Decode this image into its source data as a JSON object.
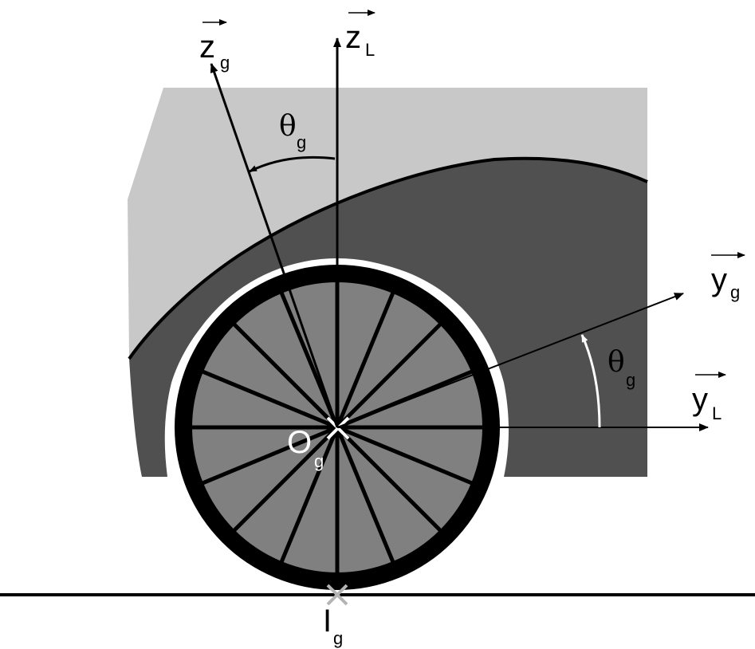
{
  "diagram": {
    "labels": {
      "z_g": {
        "main": "z",
        "sub": "g"
      },
      "z_L": {
        "main": "z",
        "sub": "L"
      },
      "y_g": {
        "main": "y",
        "sub": "g"
      },
      "y_L": {
        "main": "y",
        "sub": "L"
      },
      "theta_top": {
        "main": "θ",
        "sub": "g"
      },
      "theta_right": {
        "main": "θ",
        "sub": "g"
      },
      "O_g": {
        "main": "O",
        "sub": "g"
      },
      "I_g": {
        "main": "I",
        "sub": "g"
      }
    },
    "colors": {
      "body_light": "#c8c8c8",
      "body_dark": "#505050",
      "tire": "#000000",
      "rim": "#808080",
      "background": "#ffffff",
      "contact_mark": "#b4b4b4"
    }
  }
}
